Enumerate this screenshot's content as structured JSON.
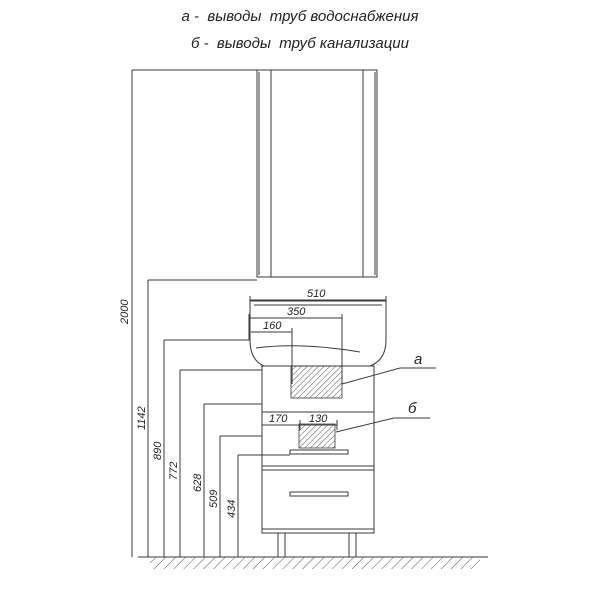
{
  "legend": {
    "a": "а -  выводы  труб водоснабжения",
    "b": "б -  выводы  труб канализации"
  },
  "callouts": {
    "a": "а",
    "b": "б"
  },
  "dimensions": {
    "width_total": "510",
    "width_sink_zone": "350",
    "supply_offset": "160",
    "drain_offset": "170",
    "drain_zone": "130",
    "height_mirror_top": "2000",
    "height_mirror_bottom": "1142",
    "height_basin_top": "890",
    "height_supply": "772",
    "height_shelf": "628",
    "height_drain": "509",
    "height_drawer": "434"
  },
  "colors": {
    "line": "#3a3a3a",
    "hatch": "#555555"
  }
}
